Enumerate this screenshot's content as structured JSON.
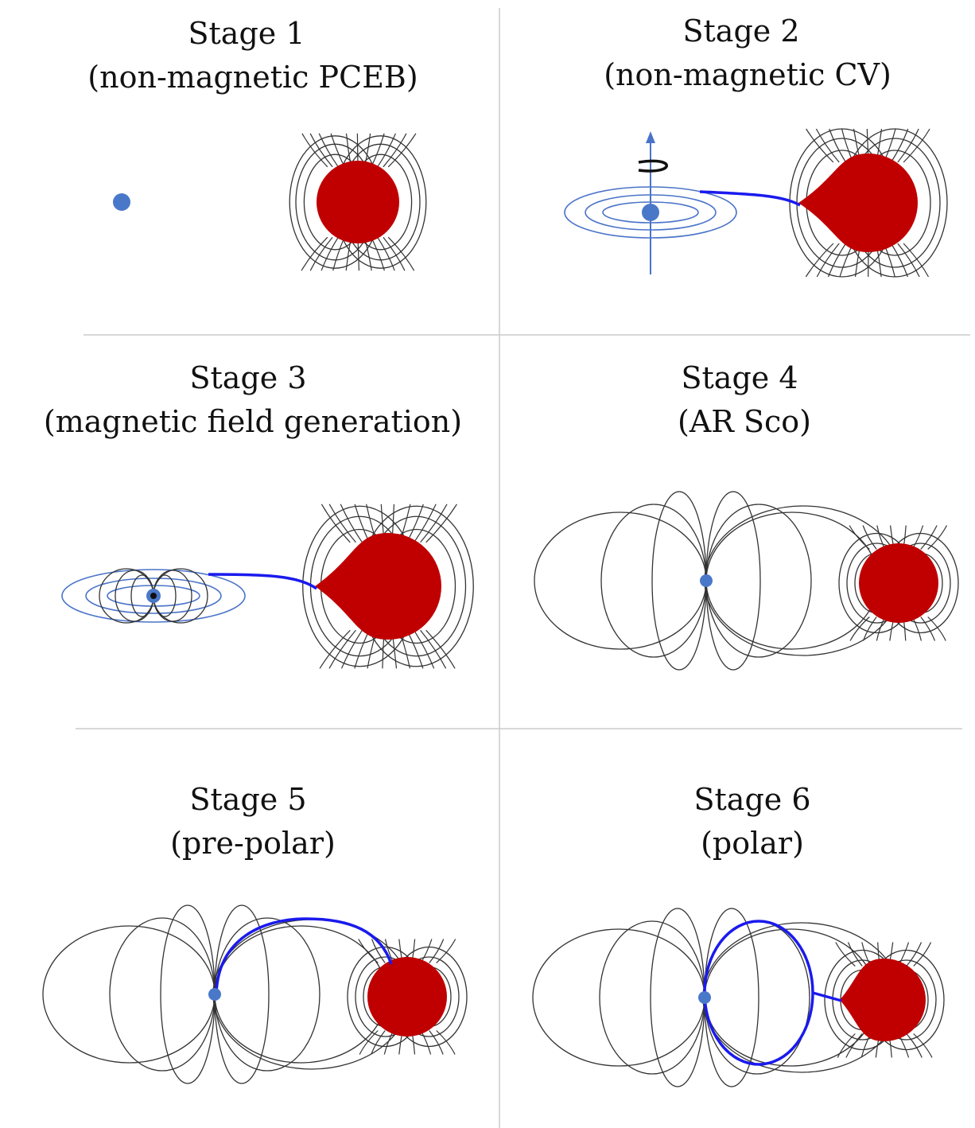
{
  "panels": [
    {
      "id": "stage-1",
      "title": "Stage 1",
      "subtitle": "(non-magnetic PCEB)"
    },
    {
      "id": "stage-2",
      "title": "Stage 2",
      "subtitle": "(non-magnetic CV)"
    },
    {
      "id": "stage-3",
      "title": "Stage 3",
      "subtitle": "(magnetic field generation)"
    },
    {
      "id": "stage-4",
      "title": "Stage 4",
      "subtitle": "(AR Sco)"
    },
    {
      "id": "stage-5",
      "title": "Stage 5",
      "subtitle": "(pre-polar)"
    },
    {
      "id": "stage-6",
      "title": "Stage 6",
      "subtitle": "(polar)"
    }
  ],
  "colors": {
    "white_dwarf": "#4a78c9",
    "donor_star": "#c00000",
    "accretion_stream": "#1a1aee",
    "accretion_disk": "#4a73c8",
    "field_lines": "#333333",
    "dividers": "#cccccc"
  }
}
